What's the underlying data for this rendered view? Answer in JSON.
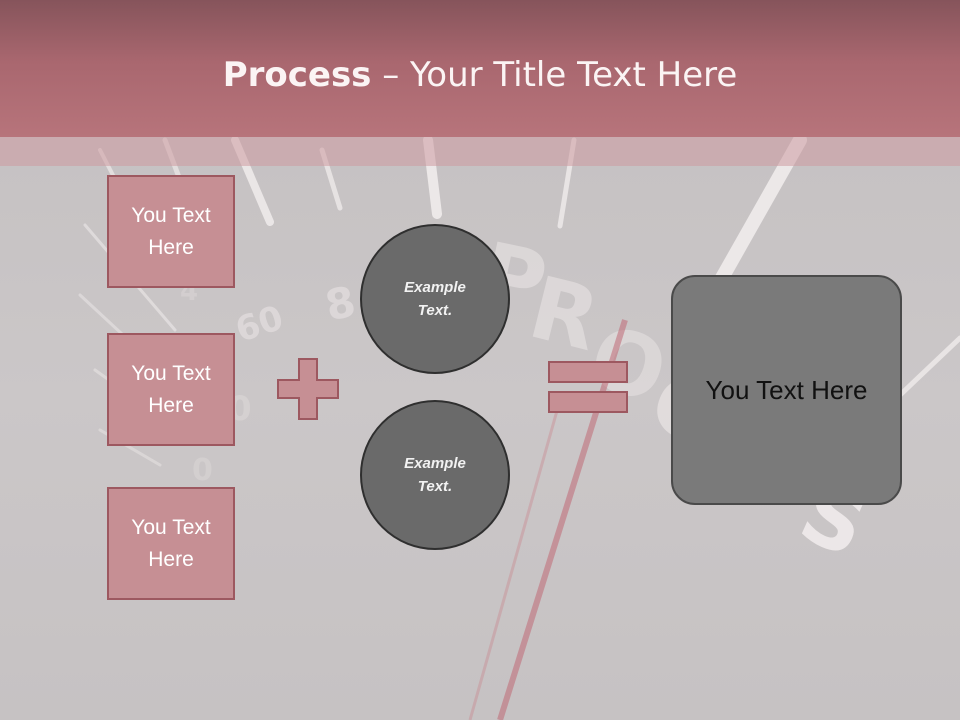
{
  "slide": {
    "title_bold": "Process",
    "title_rest": " – Your Title Text Here"
  },
  "inputs": [
    {
      "label": "You Text Here"
    },
    {
      "label": "You Text Here"
    },
    {
      "label": "You Text Here"
    }
  ],
  "circles": [
    {
      "label": "Example Text."
    },
    {
      "label": "Example Text."
    }
  ],
  "result": {
    "label": "You Text Here"
  },
  "colors": {
    "header": "#a9676f",
    "box_fill": "#c68f94",
    "box_border": "#9d5860",
    "circle_fill": "#6a6a6a",
    "result_fill": "#7a7a7a"
  },
  "icons": {
    "plus": "plus-icon",
    "equals": "equals-icon"
  }
}
